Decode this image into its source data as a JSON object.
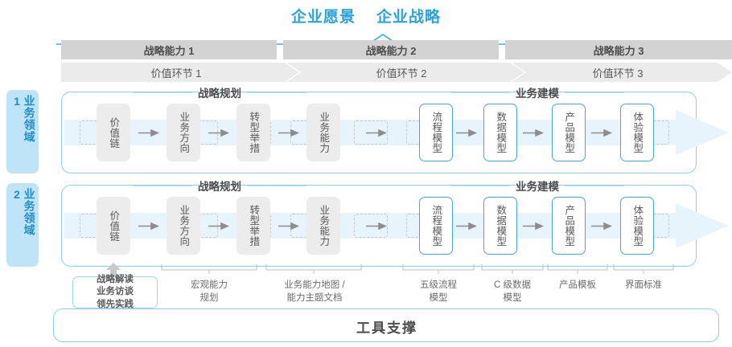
{
  "header": {
    "titles": [
      "企业愿景",
      "企业战略"
    ],
    "accent_color": "#2aa3dd"
  },
  "capability_bars": [
    {
      "label": "战略能力 1"
    },
    {
      "label": "战略能力 2"
    },
    {
      "label": "战略能力 3"
    }
  ],
  "value_chain_bars": [
    {
      "label": "价值环节 1"
    },
    {
      "label": "价值环节 2"
    },
    {
      "label": "价值环节 3"
    }
  ],
  "domains": [
    {
      "tab_label": "业务领域 1"
    },
    {
      "tab_label": "业务领域 2"
    }
  ],
  "sections": [
    {
      "label": "战略规划"
    },
    {
      "label": "业务建模"
    }
  ],
  "nodes": {
    "planning": [
      {
        "label": "价值链",
        "style": "gray"
      },
      {
        "label": "业务方向",
        "style": "gray"
      },
      {
        "label": "转型举措",
        "style": "gray"
      },
      {
        "label": "业务能力",
        "style": "gray"
      }
    ],
    "modeling": [
      {
        "label": "流程模型",
        "style": "blue"
      },
      {
        "label": "数据模型",
        "style": "blue"
      },
      {
        "label": "产品模型",
        "style": "blue"
      },
      {
        "label": "体验模型",
        "style": "blue"
      }
    ]
  },
  "tool_labels": [
    {
      "text": "战略解读\n业务访谈\n领先实践",
      "boxed": true
    },
    {
      "text": "宏观能力\n规划",
      "boxed": false
    },
    {
      "text": "业务能力地图 /\n能力主题文档",
      "boxed": false
    },
    {
      "text": "五级流程\n模型",
      "boxed": false
    },
    {
      "text": "C 级数据\n模型",
      "boxed": false
    },
    {
      "text": "产品模板",
      "boxed": false
    },
    {
      "text": "界面标准",
      "boxed": false
    }
  ],
  "support": {
    "label": "工具支撑"
  },
  "colors": {
    "accent_blue": "#2aa3dd",
    "panel_border": "#8dd0ee",
    "band_fill": "#e8f4fb",
    "tab_fill": "#bfe4f7",
    "cap_bar": "#d3d3d3",
    "vc_bar": "#ebebeb",
    "node_gray": "#ececec",
    "node_blue_border": "#45a8da"
  }
}
